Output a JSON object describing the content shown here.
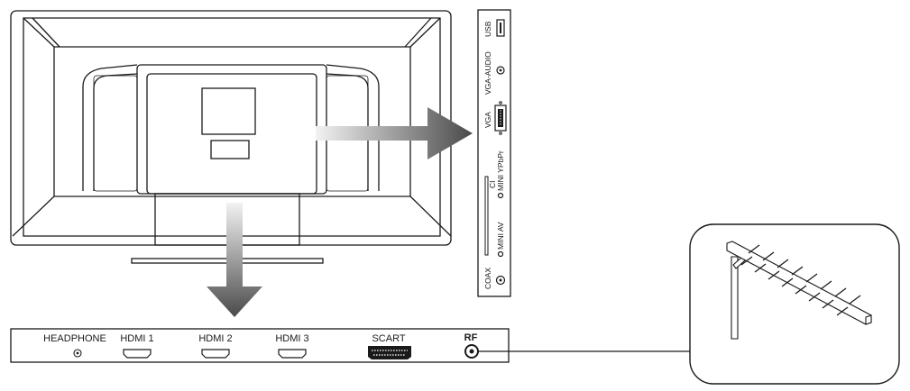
{
  "bottom_panel": {
    "ports": [
      {
        "label": "HEADPHONE",
        "icon": "headphone-jack-icon"
      },
      {
        "label": "HDMI 1",
        "icon": "hdmi-port-icon"
      },
      {
        "label": "HDMI 2",
        "icon": "hdmi-port-icon"
      },
      {
        "label": "HDMI 3",
        "icon": "hdmi-port-icon"
      },
      {
        "label": "SCART",
        "icon": "scart-port-icon"
      },
      {
        "label": "RF",
        "icon": "rf-port-icon"
      }
    ]
  },
  "side_panel": {
    "ports": [
      {
        "label": "USB",
        "icon": "usb-port-icon"
      },
      {
        "label": "VGA-AUDIO",
        "icon": "audio-jack-icon"
      },
      {
        "label": "VGA",
        "icon": "vga-port-icon"
      },
      {
        "label": "CI",
        "icon": "ci-slot-icon"
      },
      {
        "label": "MINI YPbPr",
        "icon": "audio-jack-icon"
      },
      {
        "label": "MINI AV",
        "icon": "audio-jack-icon"
      },
      {
        "label": "COAX",
        "icon": "coax-jack-icon"
      }
    ]
  },
  "colors": {
    "line": "#1a1a1a",
    "arrow_dark": "#4a4a4a",
    "arrow_light": "#f2f2f2"
  }
}
